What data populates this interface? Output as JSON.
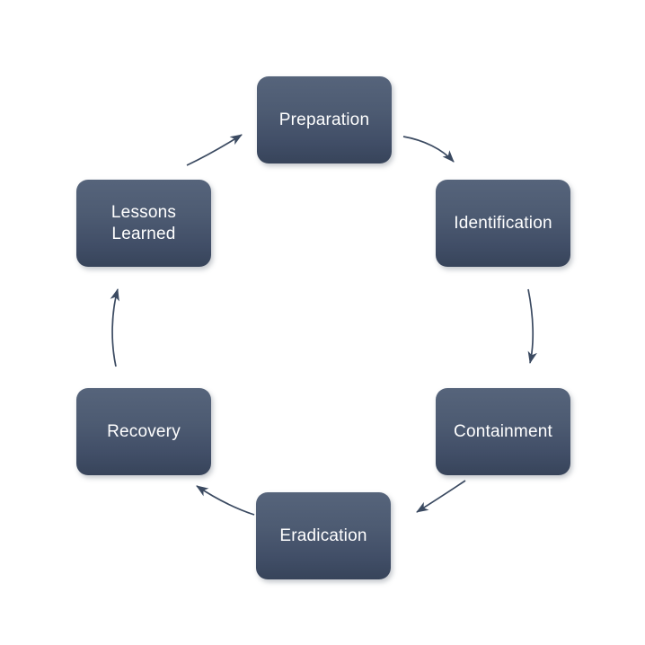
{
  "diagram": {
    "type": "cycle",
    "direction": "clockwise",
    "background_color": "#ffffff",
    "node_fill_top": "#56647b",
    "node_fill_bottom": "#37445a",
    "node_text_color": "#ffffff",
    "arrow_color": "#3b4a61",
    "nodes": [
      {
        "id": "preparation",
        "label": "Preparation"
      },
      {
        "id": "identification",
        "label": "Identification"
      },
      {
        "id": "containment",
        "label": "Containment"
      },
      {
        "id": "eradication",
        "label": "Eradication"
      },
      {
        "id": "recovery",
        "label": "Recovery"
      },
      {
        "id": "lessons",
        "label": "Lessons\nLearned"
      }
    ],
    "arrows": [
      {
        "id": "arrow-preparation-identification",
        "from": "Preparation",
        "to": "Identification"
      },
      {
        "id": "arrow-identification-containment",
        "from": "Identification",
        "to": "Containment"
      },
      {
        "id": "arrow-containment-eradication",
        "from": "Containment",
        "to": "Eradication"
      },
      {
        "id": "arrow-eradication-recovery",
        "from": "Eradication",
        "to": "Recovery"
      },
      {
        "id": "arrow-recovery-lessons",
        "from": "Recovery",
        "to": "Lessons Learned"
      },
      {
        "id": "arrow-lessons-preparation",
        "from": "Lessons Learned",
        "to": "Preparation"
      }
    ]
  }
}
